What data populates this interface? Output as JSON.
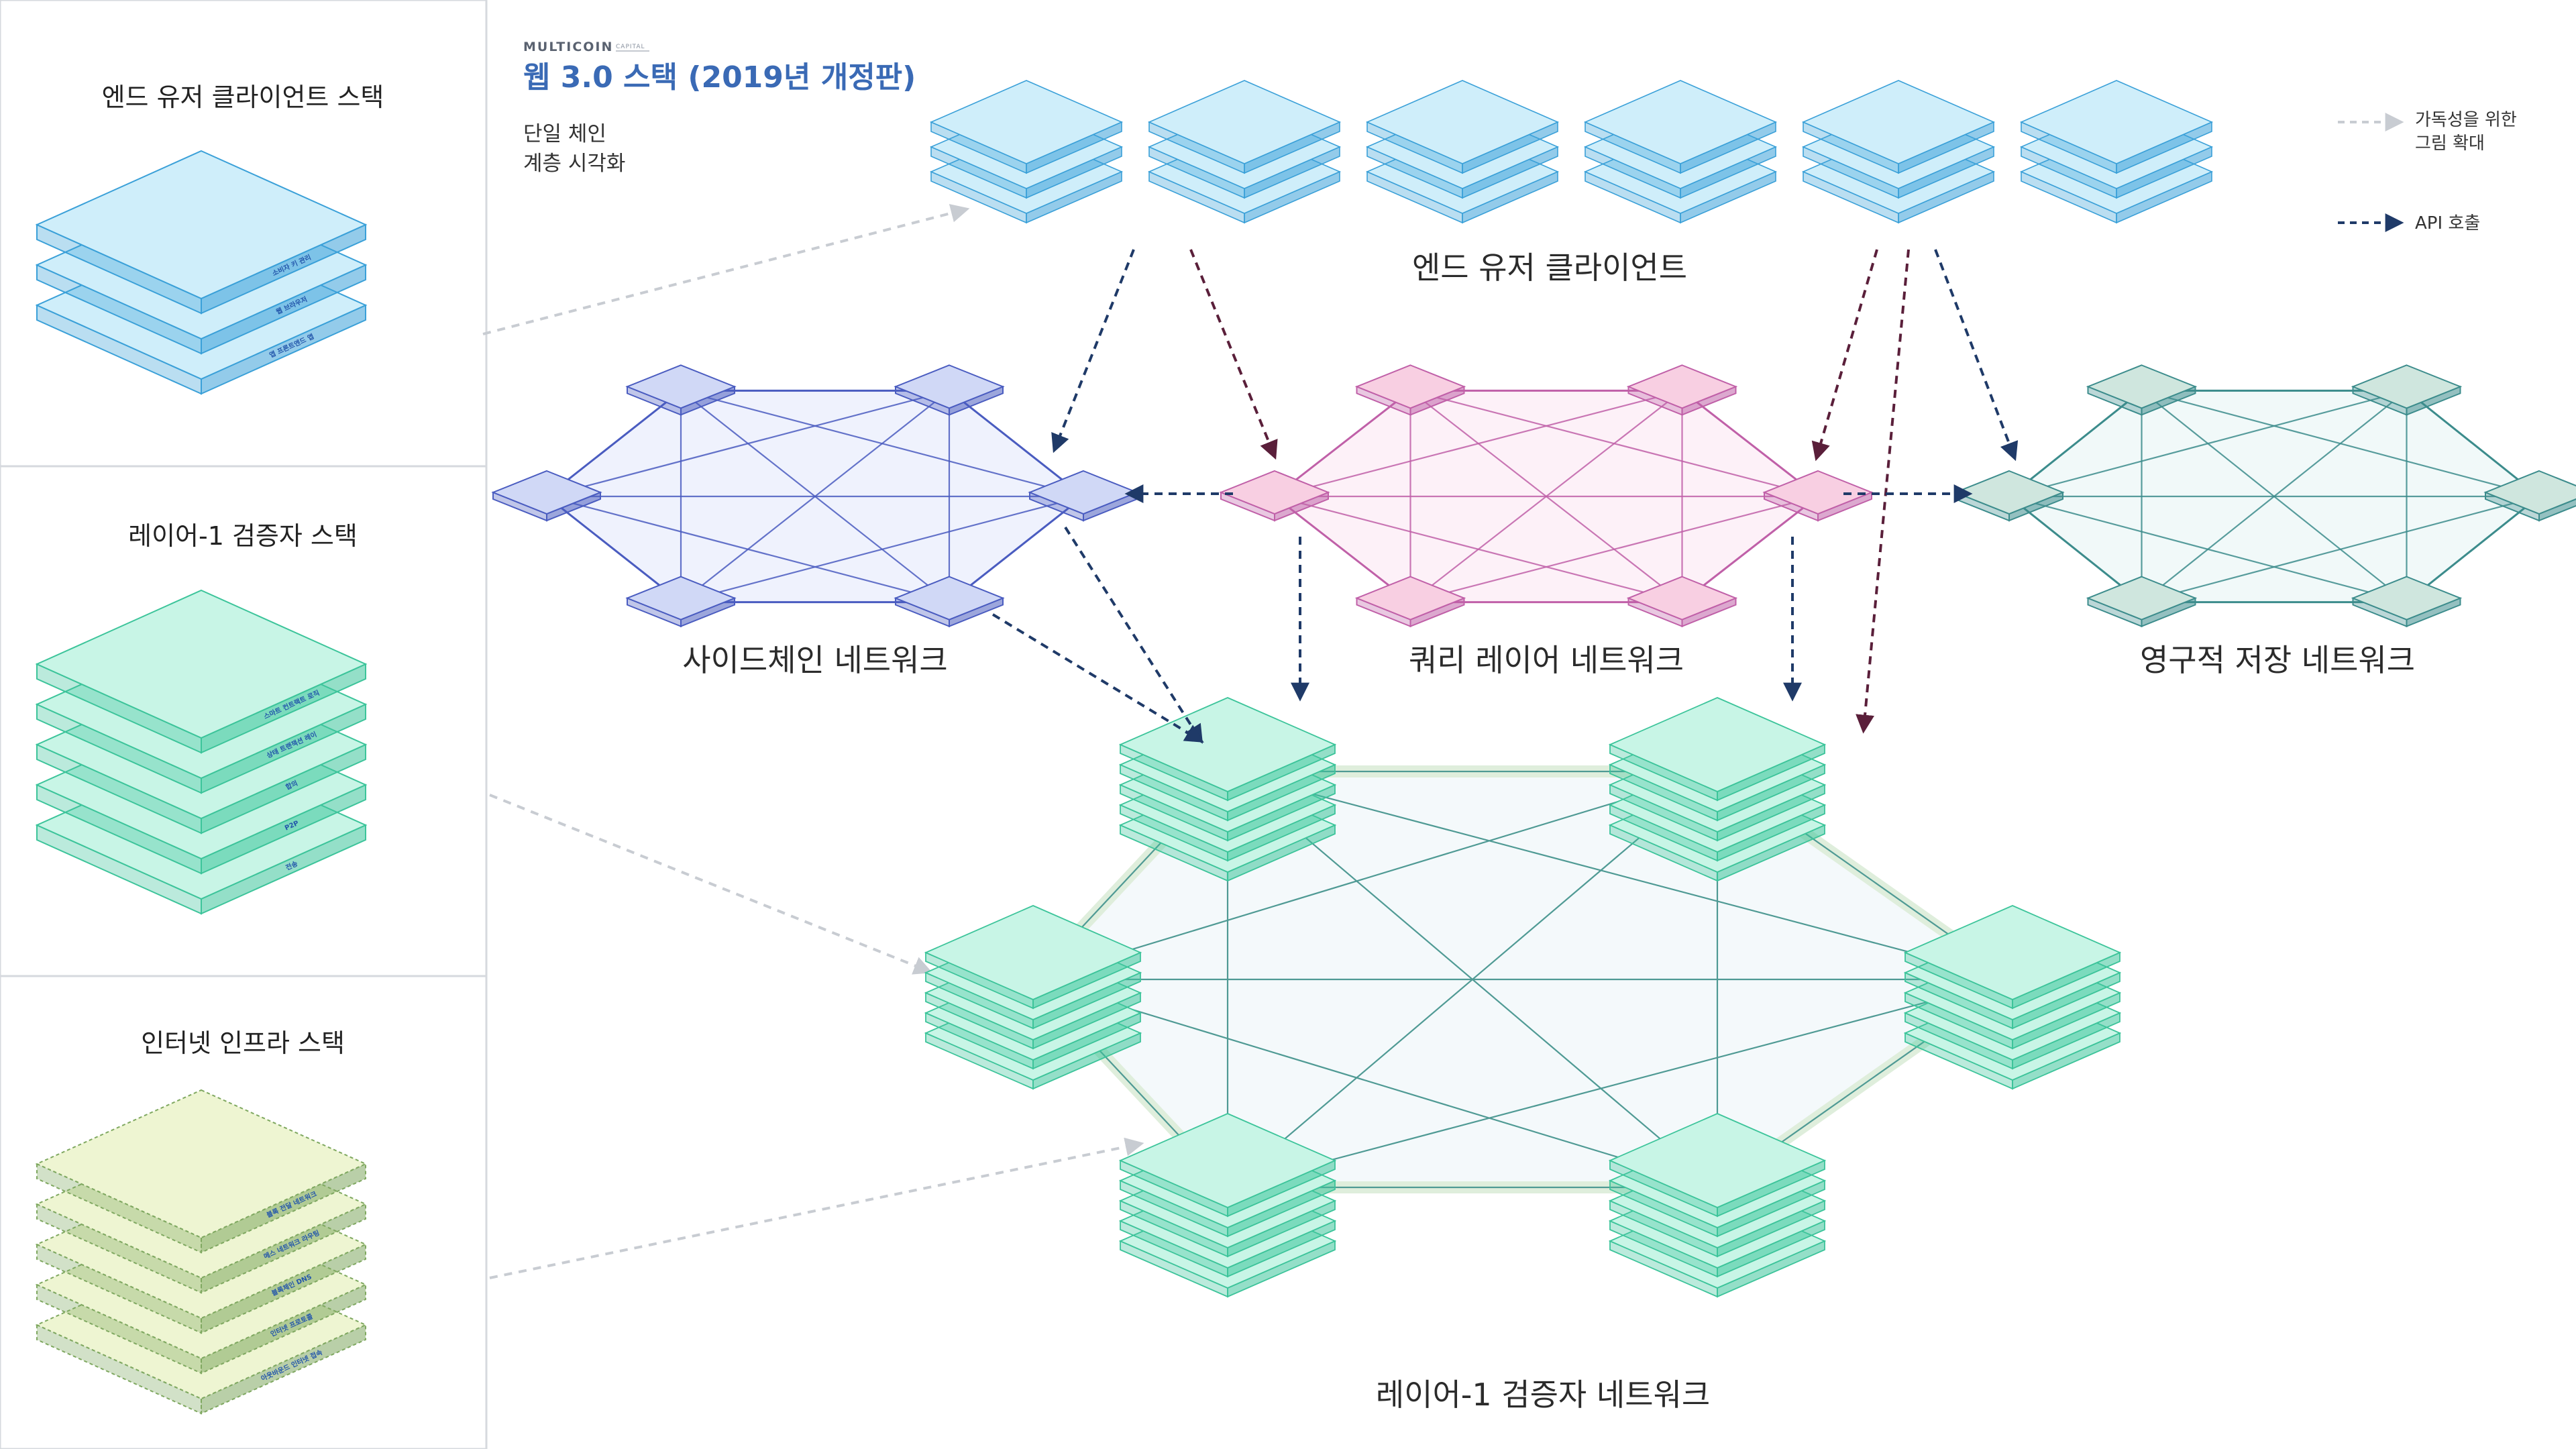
{
  "header": {
    "brand": "MULTICOIN",
    "brand_sub": "CAPITAL",
    "title": "웹 3.0 스택 (2019년 개정판)",
    "subtitle_line1": "단일 체인",
    "subtitle_line2": "계층 시각화"
  },
  "legend": {
    "zoom_line1": "가독성을 위한",
    "zoom_line2": "그림 확대",
    "api": "API 호출"
  },
  "panels": [
    {
      "title": "엔드 유저 클라이언트 스택",
      "layers": [
        "소비자 키 관리",
        "웹 브라우저",
        "앱 프론트엔드 앱"
      ]
    },
    {
      "title": "레이어-1 검증자 스택",
      "layers": [
        "스마트 컨트랙트 로직",
        "상태 트랜잭션 레이",
        "합의",
        "P2P",
        "전송"
      ]
    },
    {
      "title": "인터넷 인프라 스택",
      "layers": [
        "블록 전달 네트워크",
        "메스 네트워크 라우팅",
        "블록체인 DNS",
        "인터넷 프로토콜",
        "아웃바운드 인터넷 접속"
      ]
    }
  ],
  "networks": {
    "clients": "엔드 유저 클라이언트",
    "sidechain": "사이드체인 네트워크",
    "query": "쿼리 레이어 네트워크",
    "storage": "영구적 저장 네트워크",
    "validators": "레이어-1 검증자 네트워크"
  },
  "colors": {
    "title_blue": "#3a6ab5",
    "client_fill": "#cfeefa",
    "client_edge": "#3aa0d8",
    "validator_fill": "#c8f5e6",
    "validator_edge": "#3cc49a",
    "infra_fill": "#eef5d2",
    "infra_edge": "#7fa860",
    "sidechain_fill": "#e2e8fb",
    "sidechain_edge": "#4a5cc0",
    "query_fill": "#fbe6f2",
    "query_edge": "#c060a8",
    "storage_fill": "#e6f4f4",
    "storage_edge": "#3c8c8c",
    "arrow_api": "#1f3a68",
    "arrow_zoom": "#c8ccd2"
  }
}
